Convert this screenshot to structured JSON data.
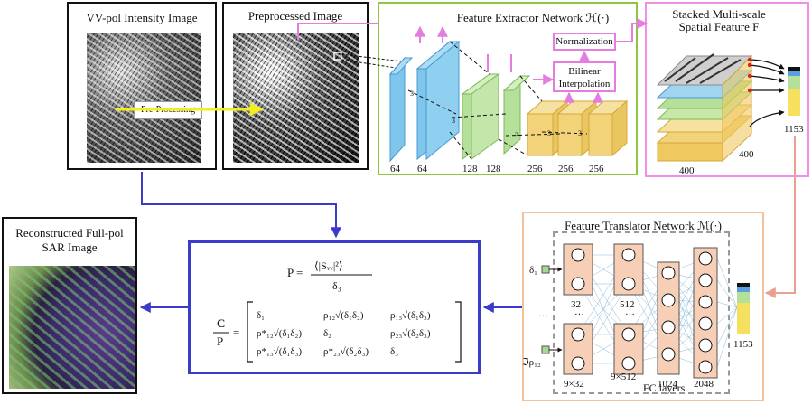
{
  "panels": {
    "vv_title": "VV-pol Intensity Image",
    "preprocessing_label": "Pre-Processing",
    "preprocessed_title": "Preprocessed Image",
    "extractor_title": "Feature Extractor Network ℋ(·)",
    "normalization": "Normalization",
    "bilinear_line1": "Bilinear",
    "bilinear_line2": "Interpolation",
    "stacked_title_line1": "Stacked Multi-scale",
    "stacked_title_line2": "Spatial Feature F",
    "reconstructed_title_line1": "Reconstructed Full-pol",
    "reconstructed_title_line2": "SAR Image",
    "translator_title": "Feature Translator Network ℳ(·)",
    "fc_layers": "FC layers"
  },
  "extractor": {
    "channels": [
      "64",
      "64",
      "128",
      "128",
      "256",
      "256",
      "256"
    ],
    "kernel_label": "3"
  },
  "stacked": {
    "dim_x": "400",
    "dim_y": "400",
    "depth": "1153"
  },
  "translator": {
    "input_top": "δ₁",
    "input_dots": "…",
    "input_bottom": "ℑρ₁₂",
    "layer_sizes": [
      "32",
      "512",
      "9×32",
      "9×512",
      "1024",
      "2048"
    ],
    "output_size": "1153"
  },
  "equations": {
    "eq1_lhs": "P =",
    "eq1_num": "⟨|Sᵥᵥ|²⟩",
    "eq1_den": "δ₃",
    "eq2_lhs_num": "C",
    "eq2_lhs_den": "P",
    "eq2_eq": "=",
    "matrix": [
      [
        "δ₁",
        "ρ₁₂√(δ₁δ₂)",
        "ρ₁₃√(δ₁δ₃)"
      ],
      [
        "ρ*₁₂√(δ₁δ₂)",
        "δ₂",
        "ρ₂₃√(δ₂δ₃)"
      ],
      [
        "ρ*₁₃√(δ₁δ₃)",
        "ρ*₂₃√(δ₂δ₃)",
        "δ₃"
      ]
    ]
  },
  "colors": {
    "extractor_border": "#8dc63f",
    "stacked_border": "#f08ee8",
    "translator_border": "#f2c29a",
    "equation_border": "#3b3bc9",
    "arrow_blue": "#3b3bc9",
    "arrow_pink": "#e57ce0",
    "arrow_salmon": "#e8a090",
    "arrow_yellow": "#f2ee1c"
  }
}
